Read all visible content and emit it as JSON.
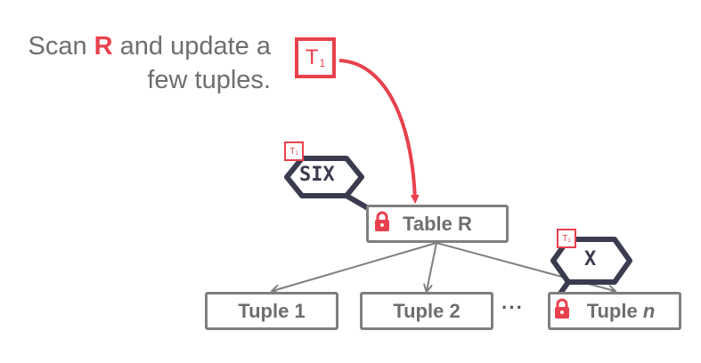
{
  "caption": {
    "line1_pre": "Scan ",
    "line1_hl": "R",
    "line1_post": " and update a",
    "line2": "few tuples."
  },
  "transaction": {
    "label": "T",
    "sub": "1"
  },
  "locks": {
    "table": {
      "mode": "SIX",
      "holder": "T",
      "holder_sub": "1"
    },
    "tuple": {
      "mode": "X",
      "holder": "T",
      "holder_sub": "1"
    }
  },
  "nodes": {
    "table": "Table R",
    "tuple1": "Tuple 1",
    "tuple2": "Tuple 2",
    "ellipsis": "···",
    "tuplen_pre": "Tuple ",
    "tuplen_var": "n"
  },
  "colors": {
    "accent": "#e8414d",
    "border": "#7f7f7f",
    "lock_shape": "#3b3b4f",
    "text": "#6e6e6e"
  }
}
